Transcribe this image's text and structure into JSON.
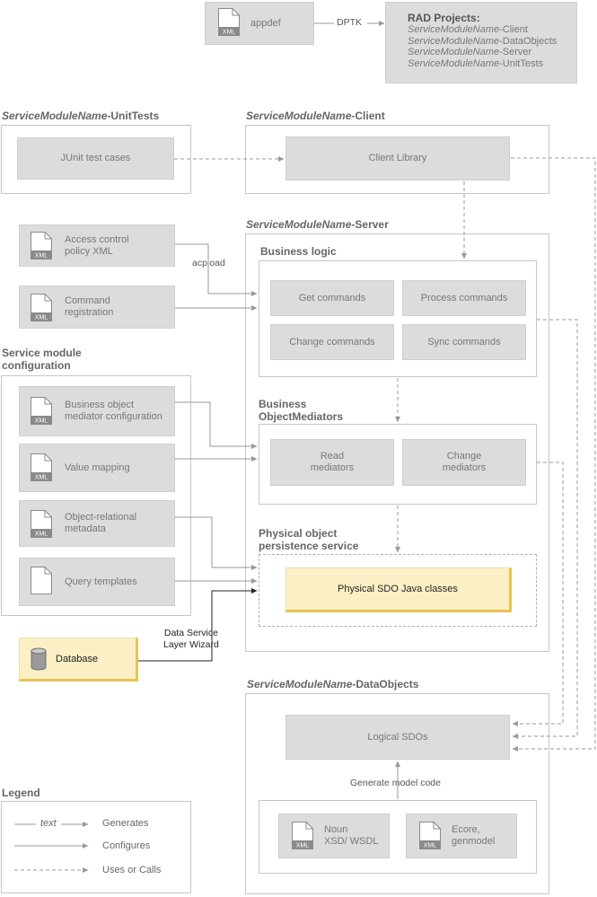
{
  "top": {
    "appdef": "appdef",
    "dptk": "DPTK",
    "rad_title": "RAD Projects:",
    "rad_items": [
      {
        "name": "ServiceModuleName",
        "suffix": "-Client"
      },
      {
        "name": "ServiceModuleName",
        "suffix": "-DataObjects"
      },
      {
        "name": "ServiceModuleName",
        "suffix": "-Server"
      },
      {
        "name": "ServiceModuleName",
        "suffix": "-UnitTests"
      }
    ]
  },
  "unittests": {
    "title_it": "ServiceModuleName",
    "title_suffix": "-UnitTests",
    "junit": "JUnit test cases"
  },
  "client": {
    "title_it": "ServiceModuleName",
    "title_suffix": "-Client",
    "library": "Client Library"
  },
  "server": {
    "title_it": "ServiceModuleName",
    "title_suffix": "-Server",
    "business_logic": "Business logic",
    "get_commands": "Get commands",
    "process_commands": "Process commands",
    "change_commands": "Change commands",
    "sync_commands": "Sync commands",
    "bom_title_1": "Business",
    "bom_title_2": "ObjectMediators",
    "read_mediators_1": "Read",
    "read_mediators_2": "mediators",
    "change_mediators_1": "Change",
    "change_mediators_2": "mediators",
    "pops_title_1": "Physical object",
    "pops_title_2": "persistence service",
    "physical_sdo": "Physical SDO Java classes"
  },
  "left_docs": {
    "access_control_1": "Access control",
    "access_control_2": "policy XML",
    "acpload": "acpload",
    "command_reg_1": "Command",
    "command_reg_2": "registration"
  },
  "config": {
    "title_1": "Service module",
    "title_2": "configuration",
    "bom_config_1": "Business object",
    "bom_config_2": "mediator configuration",
    "value_mapping": "Value mapping",
    "or_meta_1": "Object-relational",
    "or_meta_2": "metadata",
    "query_templates": "Query templates"
  },
  "database": {
    "label": "Database",
    "wizard_1": "Data Service",
    "wizard_2": "Layer Wizard"
  },
  "dataobjects": {
    "title_it": "ServiceModuleName",
    "title_suffix": "-DataObjects",
    "logical_sdos": "Logical SDOs",
    "generate": "Generate model code",
    "noun_1": "Noun",
    "noun_2": "XSD/ WSDL",
    "ecore_1": "Ecore,",
    "ecore_2": "genmodel"
  },
  "xml_tag": "XML",
  "legend": {
    "title": "Legend",
    "text_sample": "text",
    "generates": "Generates",
    "configures": "Configures",
    "uses": "Uses or Calls"
  }
}
